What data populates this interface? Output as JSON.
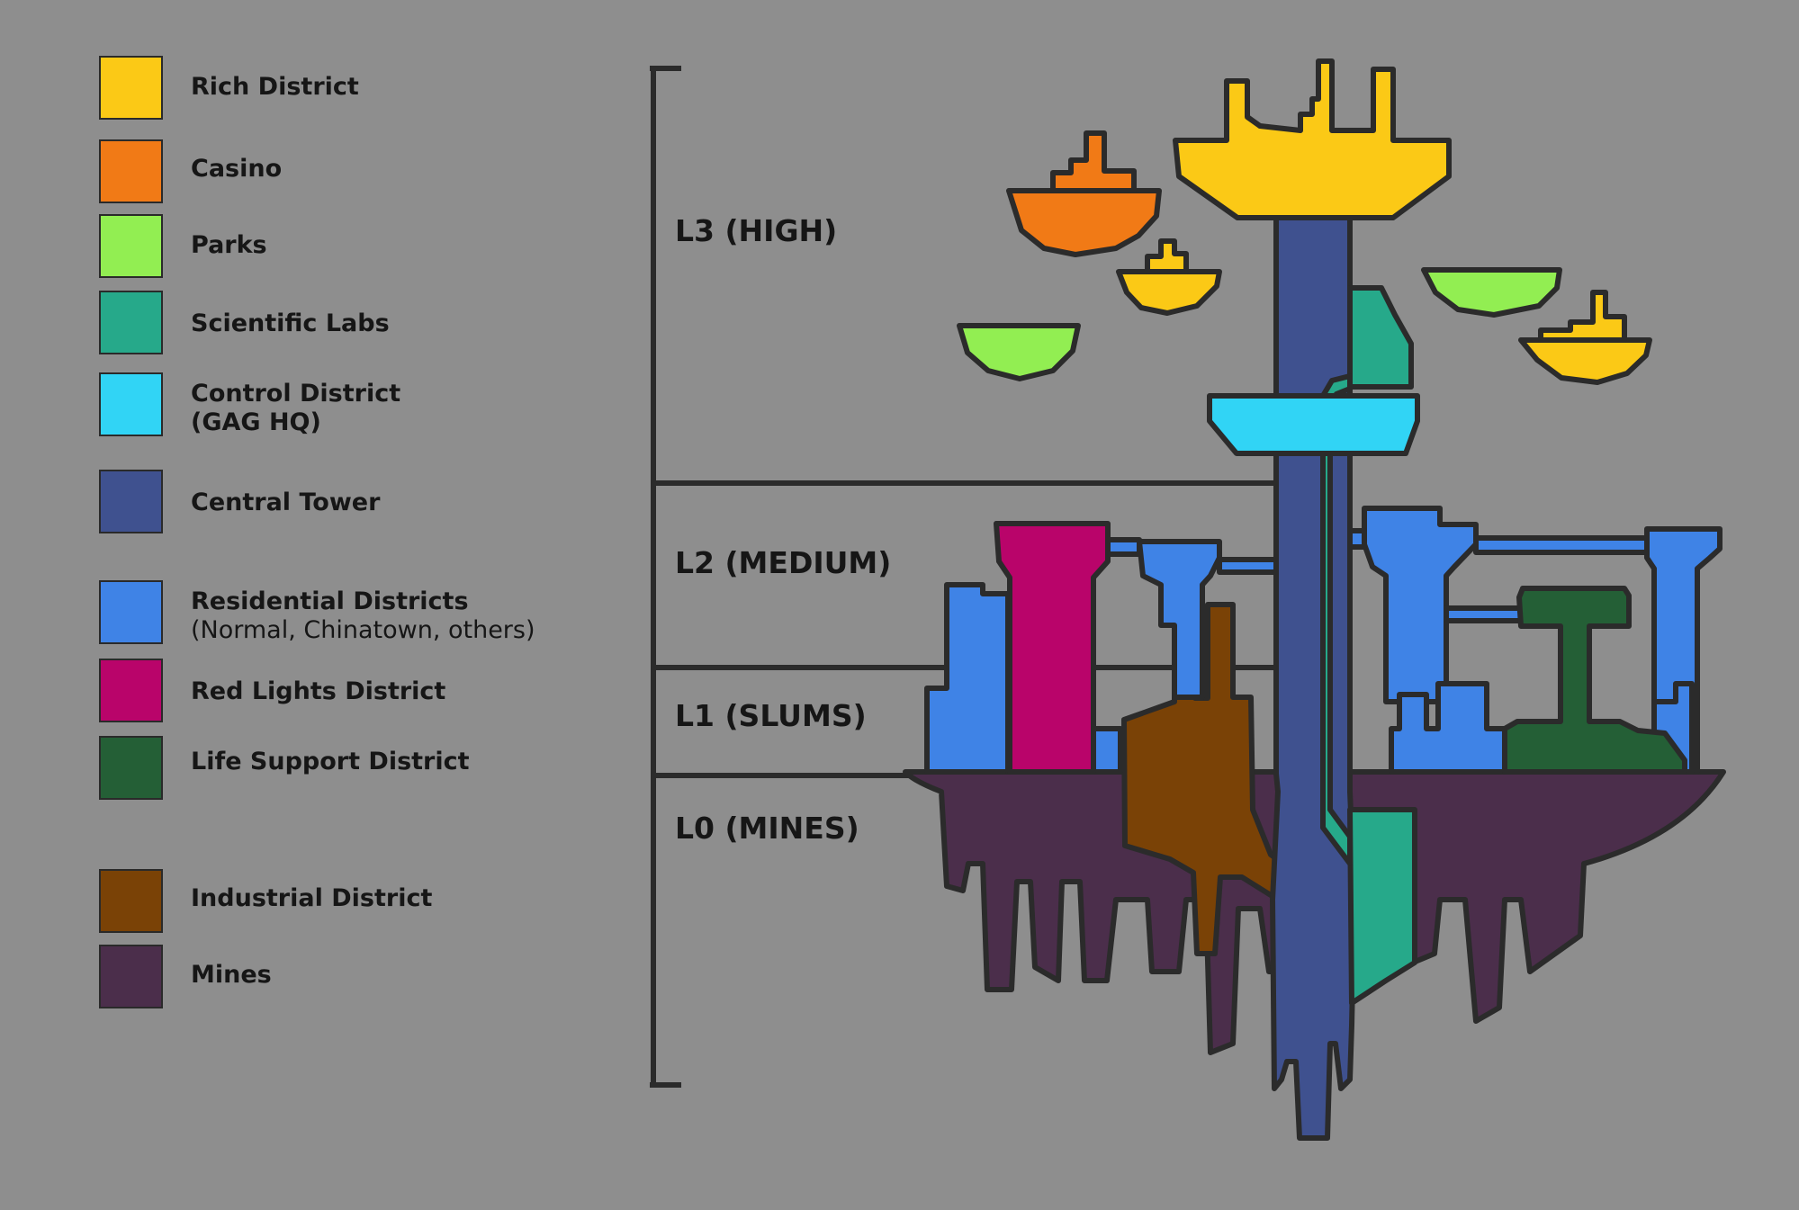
{
  "colors": {
    "background": "#8e8e8e",
    "rich": "#fbc916",
    "casino": "#f17a16",
    "parks": "#92ee52",
    "labs": "#26a98a",
    "control": "#31d4f5",
    "tower": "#3f518f",
    "residential": "#3f83e6",
    "redlights": "#b9046a",
    "lifesupport": "#245f36",
    "industrial": "#7a4206",
    "mines": "#4b2e4b"
  },
  "legend": [
    {
      "key": "rich",
      "label": "Rich District",
      "sub": ""
    },
    {
      "key": "casino",
      "label": "Casino",
      "sub": ""
    },
    {
      "key": "parks",
      "label": "Parks",
      "sub": ""
    },
    {
      "key": "labs",
      "label": "Scientific Labs",
      "sub": ""
    },
    {
      "key": "control",
      "label": "Control District",
      "sub": "(GAG HQ)"
    },
    {
      "key": "tower",
      "label": "Central Tower",
      "sub": ""
    },
    {
      "key": "residential",
      "label": "Residential Districts",
      "sub": "(Normal, Chinatown, others)"
    },
    {
      "key": "redlights",
      "label": "Red Lights District",
      "sub": ""
    },
    {
      "key": "lifesupport",
      "label": "Life Support District",
      "sub": ""
    },
    {
      "key": "industrial",
      "label": "Industrial District",
      "sub": ""
    },
    {
      "key": "mines",
      "label": "Mines",
      "sub": ""
    }
  ],
  "levels": [
    {
      "label": "L3 (HIGH)"
    },
    {
      "label": "L2 (MEDIUM)"
    },
    {
      "label": "L1 (SLUMS)"
    },
    {
      "label": "L0 (MINES)"
    }
  ]
}
